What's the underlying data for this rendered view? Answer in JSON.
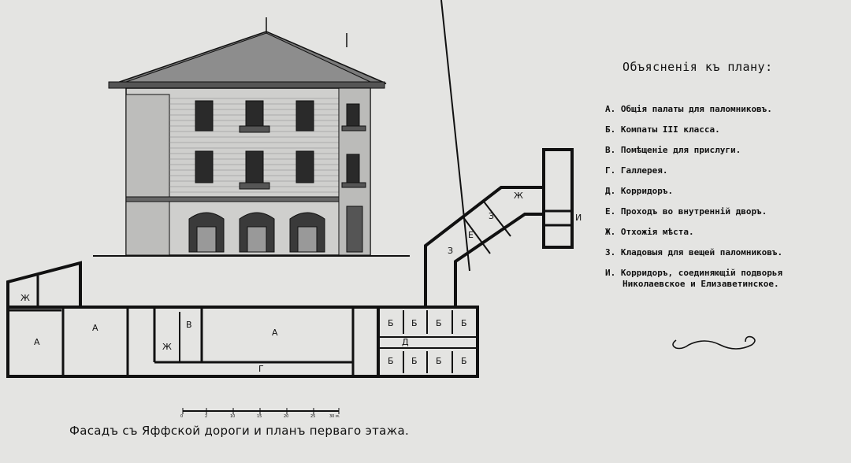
{
  "legend": {
    "title": "Объясненія къ плану:",
    "items": [
      {
        "key": "А.",
        "text": "Общія палаты для паломниковъ."
      },
      {
        "key": "Б.",
        "text": "Компаты III класса."
      },
      {
        "key": "В.",
        "text": "Помѣщеніе для прислуги."
      },
      {
        "key": "Г.",
        "text": "Галлерея."
      },
      {
        "key": "Д.",
        "text": "Корридоръ."
      },
      {
        "key": "Е.",
        "text": "Проходъ во внутренній дворъ."
      },
      {
        "key": "Ж.",
        "text": "Отхожія мѣста."
      },
      {
        "key": "З.",
        "text": "Кладовыя для вещей паломниковъ."
      },
      {
        "key": "И.",
        "text": "Корридоръ, соединяющій подворья",
        "text2": "Николаевское и Елизаветинское."
      }
    ]
  },
  "caption": "Фасадъ съ Яффской дороги и планъ перваго этажа.",
  "plan_labels": {
    "a": "А",
    "b": "Б",
    "v": "В",
    "g": "Г",
    "d": "Д",
    "e": "Е",
    "zh": "Ж",
    "z": "З",
    "i": "И"
  },
  "scale_ticks": [
    "0",
    "2",
    "10",
    "15",
    "20",
    "25",
    "30 м."
  ]
}
